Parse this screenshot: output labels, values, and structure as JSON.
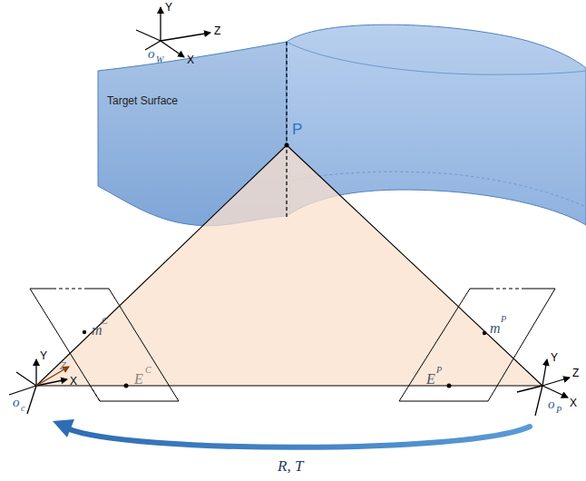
{
  "diagram": {
    "nodes": [
      {
        "text": [
          "Target Surface"
        ]
      }
    ],
    "labels": [
      "Y",
      "Z",
      "X",
      "o",
      "W",
      "P",
      "m",
      "C",
      "E",
      "C",
      "Y",
      "Z",
      "X",
      "o",
      "c",
      "m",
      "P",
      "E",
      "P",
      "Y",
      "Z",
      "X",
      "o",
      "P",
      "R, T"
    ]
  }
}
